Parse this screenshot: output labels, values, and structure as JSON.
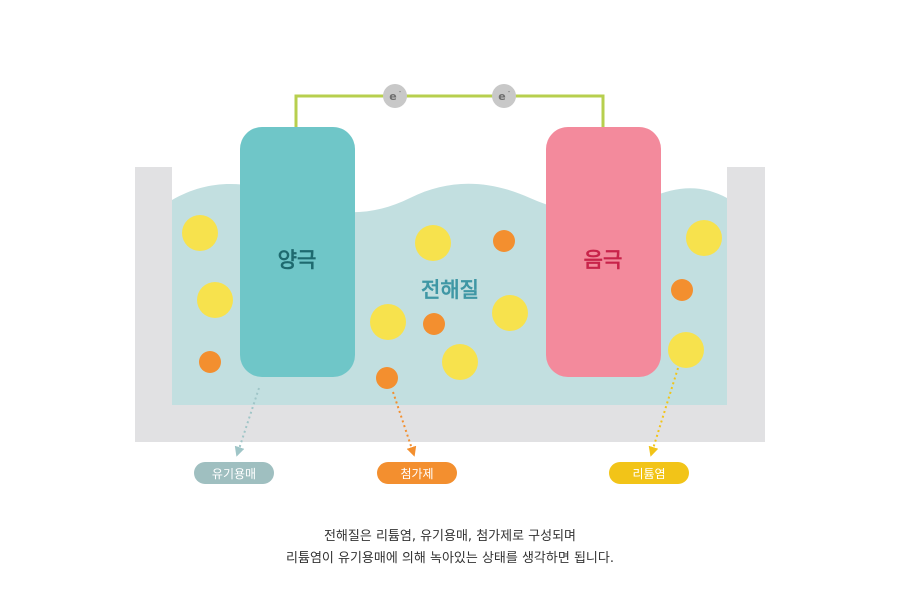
{
  "electrodes": {
    "anode_label": "양극",
    "cathode_label": "음극"
  },
  "electrolyte_label": "전해질",
  "electron_label": "e",
  "electron_charge": "-",
  "legend": {
    "solvent": "유기용매",
    "additive": "첨가제",
    "salt": "리튬염"
  },
  "caption": {
    "line1": "전해질은 리튬염, 유기용매, 첨가제로 구성되며",
    "line2": "리튬염이 유기용매에 의해 녹아있는 상태를 생각하면 됩니다."
  },
  "colors": {
    "container": "#e1e1e3",
    "electrolyte": "#c2dfe0",
    "anode": "#6fc6c8",
    "anode_text": "#1e6a6f",
    "cathode": "#f38a9c",
    "cathode_text": "#c8234a",
    "wire": "#b7cf4e",
    "electron": "#c8c8c8",
    "salt": "#f7e24d",
    "additive": "#f38f2f",
    "solvent_badge": "#9fbfc0",
    "electrolyte_text": "#3f97a5"
  }
}
